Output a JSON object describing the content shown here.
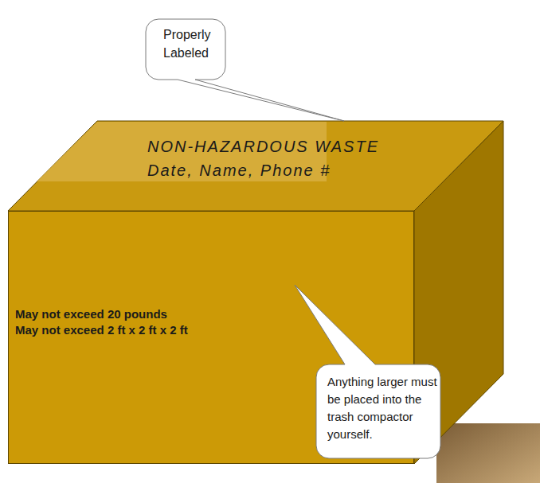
{
  "diagram": {
    "nodes": [
      {
        "text": [
          "Properly Labeled"
        ]
      },
      {
        "text": [
          "NON-HAZARDOUS WASTE",
          "Date, Name, Phone #"
        ]
      },
      {
        "text": [
          "May not exceed 20 pounds",
          "May not exceed 2 ft x 2 ft x 2 ft"
        ]
      },
      {
        "text": [
          "Anything larger must be placed into the trash compactor yourself."
        ]
      }
    ]
  }
}
